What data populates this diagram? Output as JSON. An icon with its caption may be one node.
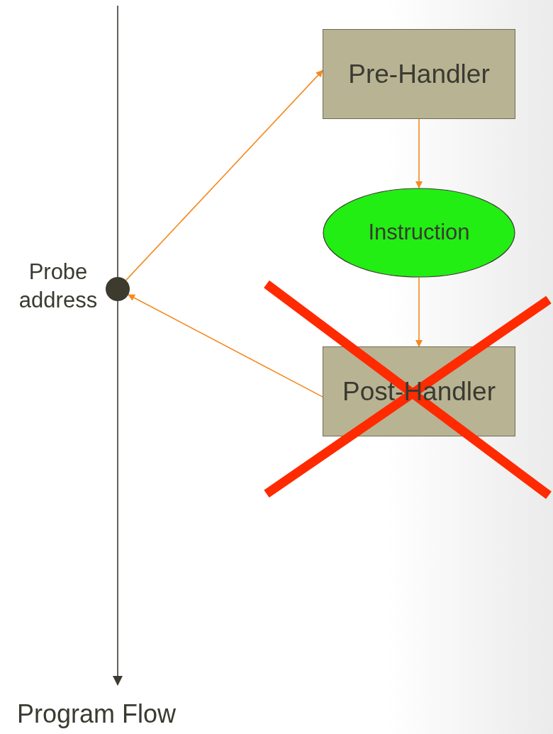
{
  "diagram": {
    "nodes": [
      {
        "text": [
          "Pre-Handler"
        ]
      },
      {
        "text": [
          "Instruction"
        ]
      },
      {
        "text": [
          "Post-Handler"
        ]
      },
      {
        "text": [],
        "shape": "circle",
        "beside": [
          "Probe address"
        ]
      }
    ],
    "edges": [
      {
        "from": 3,
        "to": 0,
        "arrow": "to"
      },
      {
        "from": 0,
        "to": 1,
        "arrow": "to"
      },
      {
        "from": 1,
        "to": 2,
        "arrow": "to"
      },
      {
        "from": 2,
        "to": 3,
        "arrow": "to"
      }
    ],
    "labels": [
      "Program Flow"
    ]
  }
}
